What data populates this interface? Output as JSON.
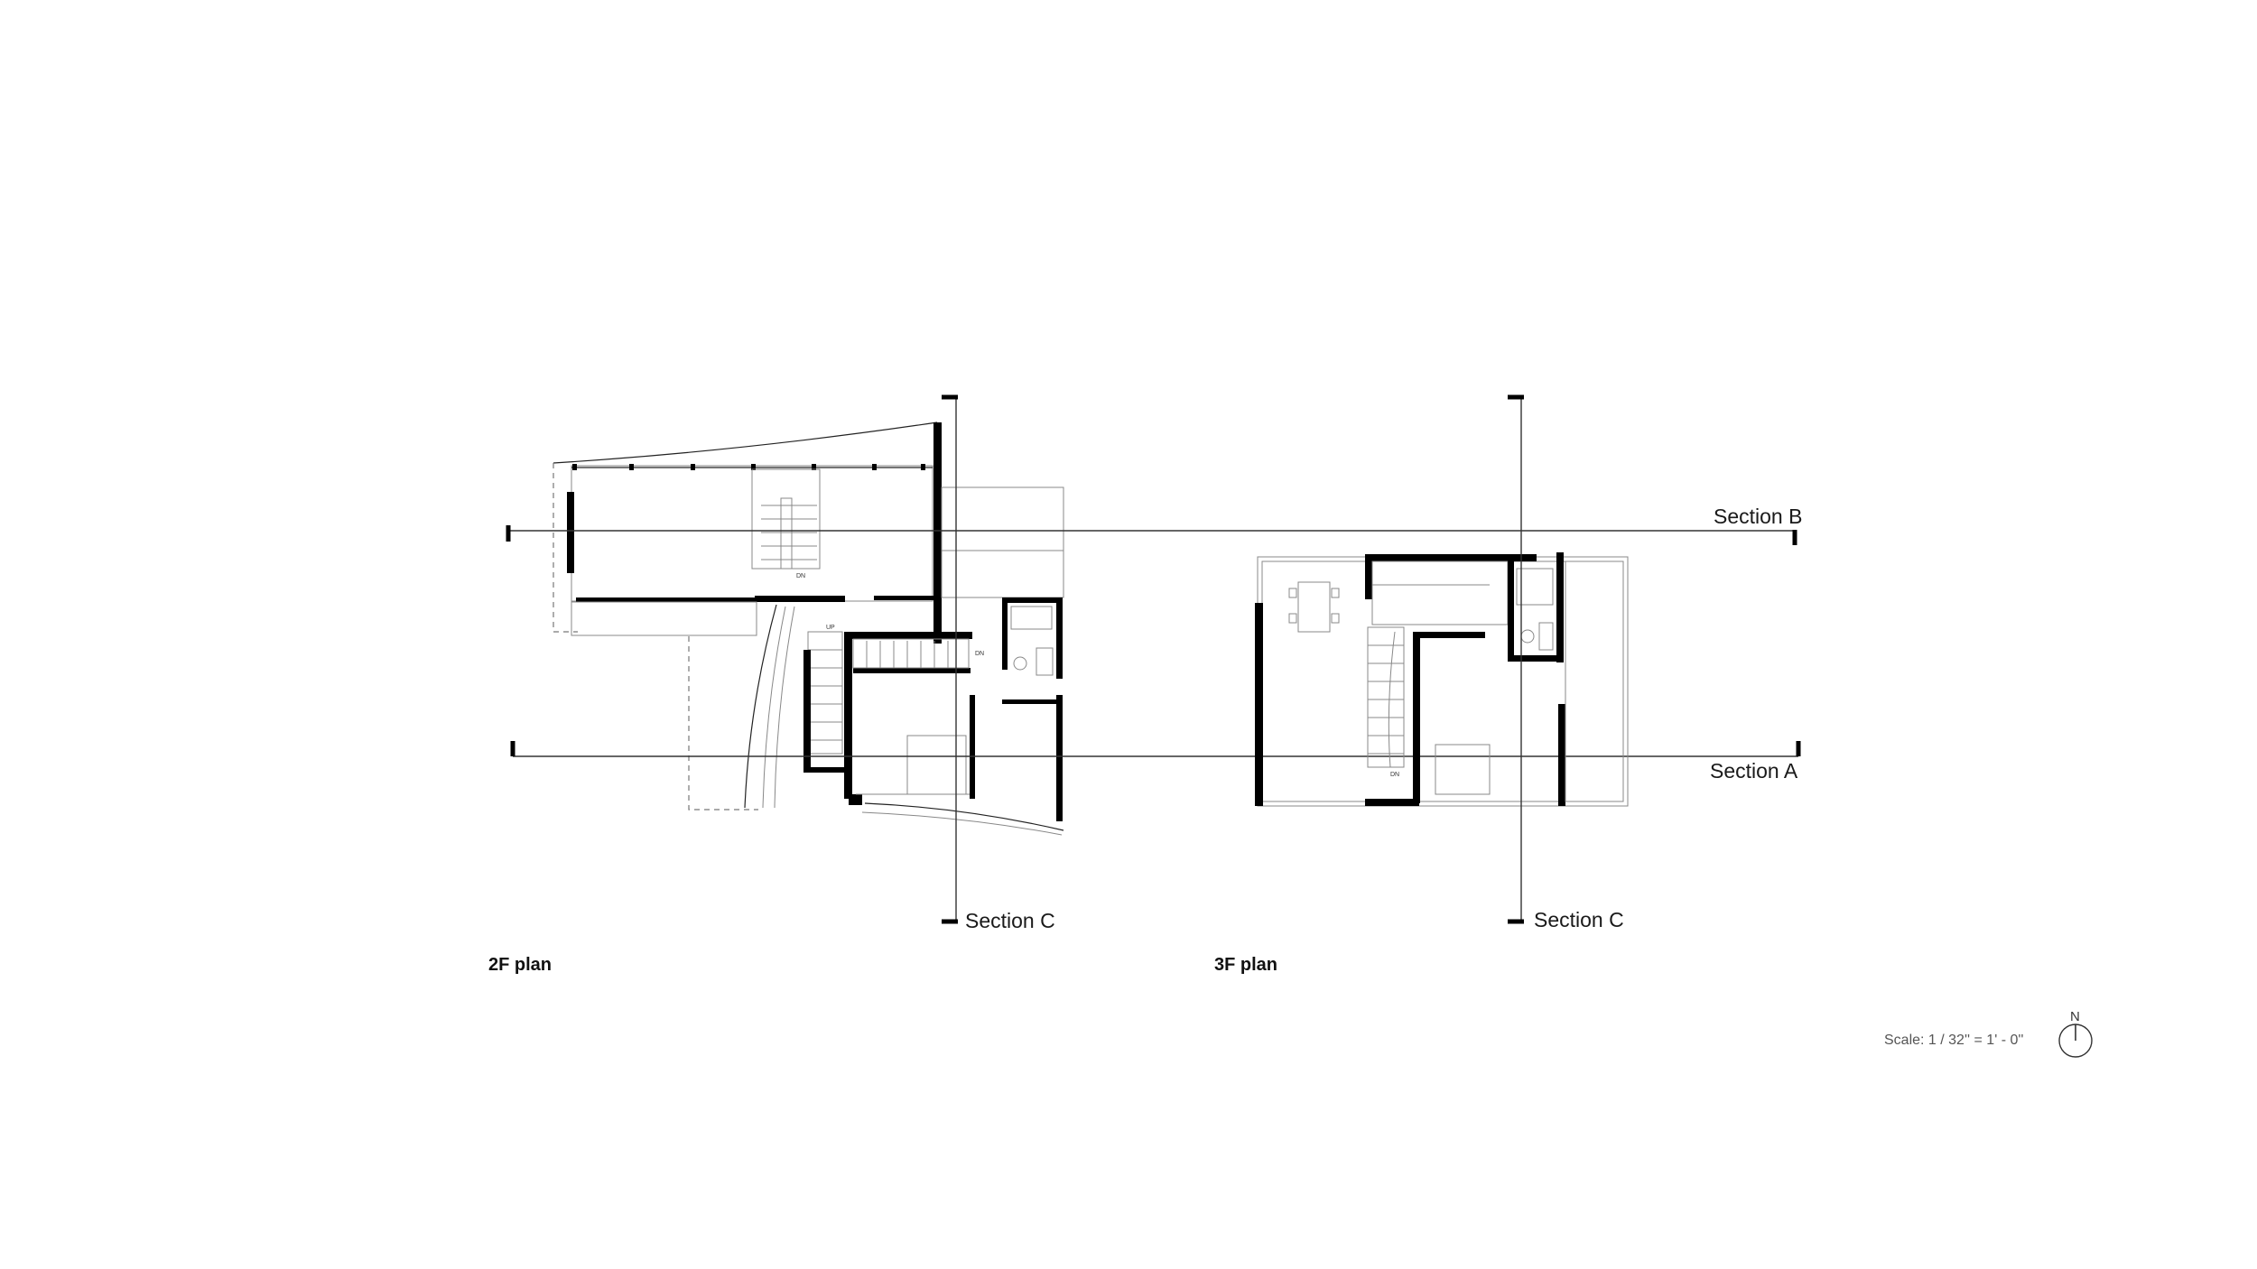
{
  "plans": {
    "second_floor": {
      "label": "2F plan"
    },
    "third_floor": {
      "label": "3F plan"
    }
  },
  "sections": {
    "a": "Section A",
    "b": "Section B",
    "c": "Section C"
  },
  "room_tags": {
    "dn": "DN",
    "up": "UP"
  },
  "scale": "Scale:  1 / 32'' = 1' - 0''",
  "north": "N",
  "colors": {
    "walls": "#000000",
    "lines": "#333333",
    "background": "#ffffff"
  }
}
